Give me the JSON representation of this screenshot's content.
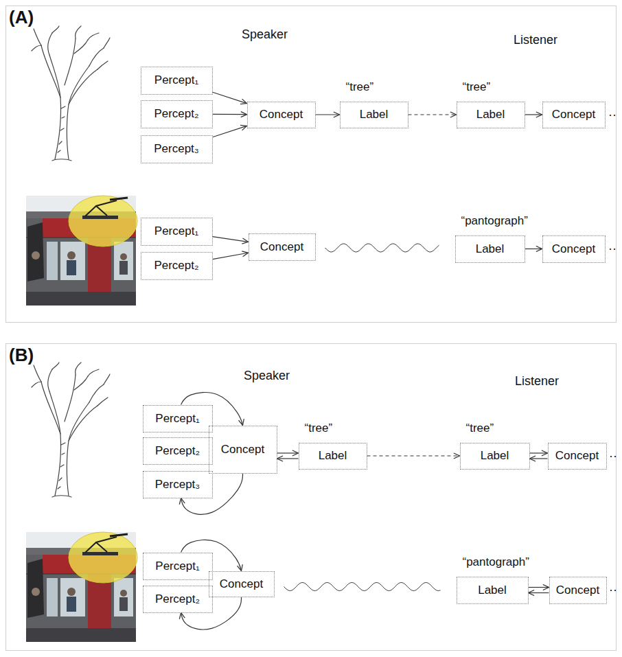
{
  "diagram": {
    "nodes": [
      {
        "text": [
          "(A)"
        ]
      },
      {
        "text": [
          "Percept₁"
        ],
        "in": 0
      },
      {
        "text": [
          "Percept₂"
        ],
        "in": 0
      },
      {
        "text": [
          "Percept₃"
        ],
        "in": 0
      },
      {
        "text": [
          "Concept"
        ],
        "in": 0
      },
      {
        "text": [
          "“tree”",
          "Label"
        ],
        "in": 0
      },
      {
        "text": [
          "“tree”",
          "Label"
        ],
        "in": 0
      },
      {
        "text": [
          "Concept"
        ],
        "in": 0
      },
      {
        "text": [
          "Percept₁"
        ],
        "in": 0
      },
      {
        "text": [
          "Percept₂"
        ],
        "in": 0
      },
      {
        "text": [
          "Concept"
        ],
        "in": 0
      },
      {
        "text": [
          "“pantograph”",
          "Label"
        ],
        "in": 0
      },
      {
        "text": [
          "Concept"
        ],
        "in": 0
      },
      {
        "text": [
          "(B)"
        ]
      },
      {
        "text": [
          "Percept₁"
        ],
        "in": 13
      },
      {
        "text": [
          "Percept₂"
        ],
        "in": 13
      },
      {
        "text": [
          "Percept₃"
        ],
        "in": 13
      },
      {
        "text": [
          "Concept"
        ],
        "in": 13
      },
      {
        "text": [
          "“tree”",
          "Label"
        ],
        "in": 13
      },
      {
        "text": [
          "“tree”",
          "Label"
        ],
        "in": 13
      },
      {
        "text": [
          "Concept"
        ],
        "in": 13
      },
      {
        "text": [
          "Percept₁"
        ],
        "in": 13
      },
      {
        "text": [
          "Percept₂"
        ],
        "in": 13
      },
      {
        "text": [
          "Concept"
        ],
        "in": 13
      },
      {
        "text": [
          "“pantograph”",
          "Label"
        ],
        "in": 13
      },
      {
        "text": [
          "Concept"
        ],
        "in": 13
      }
    ],
    "edges": [
      {
        "from": 1,
        "to": 4,
        "arrow": "to"
      },
      {
        "from": 2,
        "to": 4,
        "arrow": "to"
      },
      {
        "from": 3,
        "to": 4,
        "arrow": "to"
      },
      {
        "from": 4,
        "to": 5,
        "arrow": "to"
      },
      {
        "from": 5,
        "to": 6,
        "arrow": "to"
      },
      {
        "from": 6,
        "to": 7,
        "arrow": "to"
      },
      {
        "from": 8,
        "to": 10,
        "arrow": "to"
      },
      {
        "from": 9,
        "to": 10,
        "arrow": "to"
      },
      {
        "from": 10,
        "to": 11,
        "arrow": "none"
      },
      {
        "from": 11,
        "to": 12,
        "arrow": "to"
      },
      {
        "from": 14,
        "to": 17,
        "arrow": "to"
      },
      {
        "from": 17,
        "to": 16,
        "arrow": "to"
      },
      {
        "from": 17,
        "to": 18,
        "arrow": "to"
      },
      {
        "from": 18,
        "to": 17,
        "arrow": "to"
      },
      {
        "from": 18,
        "to": 19,
        "arrow": "to"
      },
      {
        "from": 19,
        "to": 20,
        "arrow": "to"
      },
      {
        "from": 20,
        "to": 19,
        "arrow": "to"
      },
      {
        "from": 21,
        "to": 23,
        "arrow": "to"
      },
      {
        "from": 23,
        "to": 22,
        "arrow": "to"
      },
      {
        "from": 23,
        "to": 24,
        "arrow": "none"
      },
      {
        "from": 24,
        "to": 25,
        "arrow": "to"
      },
      {
        "from": 25,
        "to": 24,
        "arrow": "to"
      }
    ],
    "labels": [
      "Speaker",
      "Listener",
      "··",
      "··",
      "Speaker",
      "Listener",
      "··",
      "··"
    ]
  }
}
